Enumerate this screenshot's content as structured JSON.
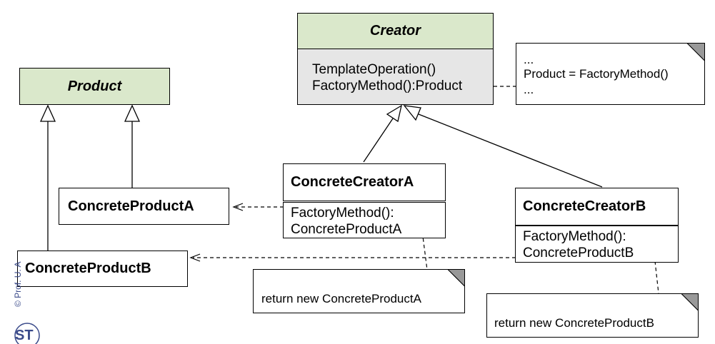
{
  "classes": {
    "creator": {
      "name": "Creator",
      "methods": [
        "TemplateOperation()",
        "FactoryMethod():Product"
      ]
    },
    "product": {
      "name": "Product"
    },
    "concrete_creator_a": {
      "name": "ConcreteCreatorA",
      "methods": [
        "FactoryMethod():",
        "ConcreteProductA"
      ]
    },
    "concrete_creator_b": {
      "name": "ConcreteCreatorB",
      "methods": [
        "FactoryMethod():",
        "ConcreteProductB"
      ]
    },
    "concrete_product_a": {
      "name": "ConcreteProductA"
    },
    "concrete_product_b": {
      "name": "ConcreteProductB"
    }
  },
  "notes": {
    "creator_note": [
      "...",
      "Product = FactoryMethod()",
      "..."
    ],
    "creator_a_note": "return new ConcreteProductA",
    "creator_b_note": "return new ConcreteProductB"
  },
  "credit": "© Prof. U. A",
  "logo_text": "ST",
  "colors": {
    "abstract_fill": "#dae8cb",
    "creator_methods_fill": "#e6e6e6",
    "note_corner": "#999999"
  }
}
